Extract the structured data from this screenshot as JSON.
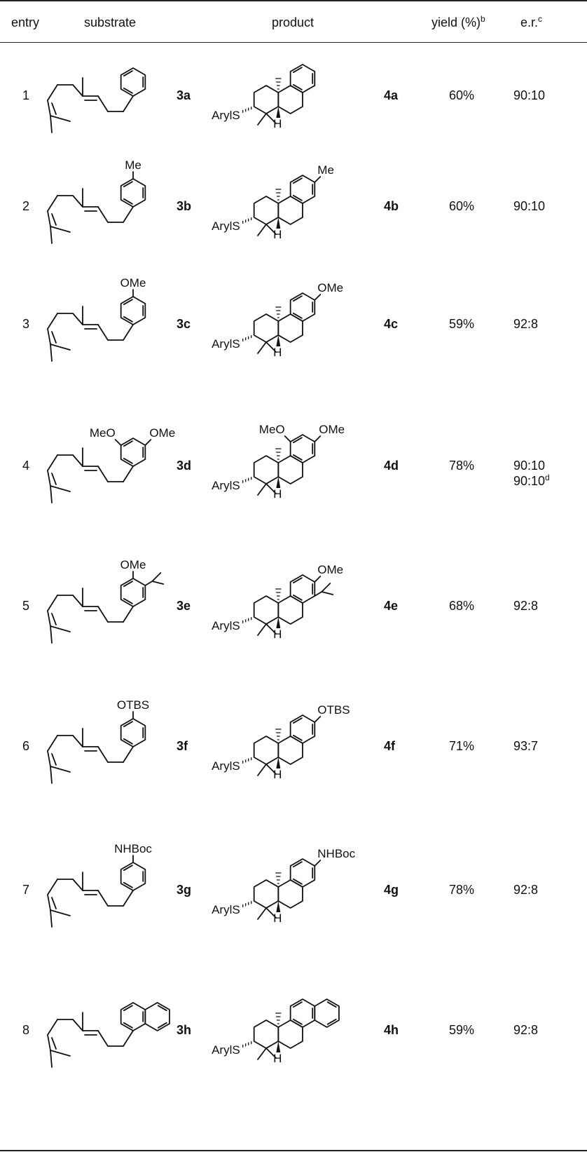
{
  "table": {
    "headers": {
      "entry": "entry",
      "substrate": "substrate",
      "product": "product",
      "yield": "yield (%)",
      "yield_sup": "b",
      "er": "e.r.",
      "er_sup": "c"
    },
    "rows": [
      {
        "entry": "1",
        "substrate_label": "3a",
        "product_label": "4a",
        "substituent": "",
        "yield": "60%",
        "er": "90:10",
        "er2": "",
        "er2_sup": "",
        "product_prefix": "ArylS",
        "product_h": "H"
      },
      {
        "entry": "2",
        "substrate_label": "3b",
        "product_label": "4b",
        "substituent": "Me",
        "yield": "60%",
        "er": "90:10",
        "er2": "",
        "er2_sup": "",
        "product_prefix": "ArylS",
        "product_h": "H"
      },
      {
        "entry": "3",
        "substrate_label": "3c",
        "product_label": "4c",
        "substituent": "OMe",
        "yield": "59%",
        "er": "92:8",
        "er2": "",
        "er2_sup": "",
        "product_prefix": "ArylS",
        "product_h": "H"
      },
      {
        "entry": "4",
        "substrate_label": "3d",
        "product_label": "4d",
        "substituent": "OMe",
        "substituent2": "MeO",
        "yield": "78%",
        "er": "90:10",
        "er2": "90:10",
        "er2_sup": "d",
        "product_prefix": "ArylS",
        "product_h": "H"
      },
      {
        "entry": "5",
        "substrate_label": "3e",
        "product_label": "4e",
        "substituent": "OMe",
        "yield": "68%",
        "er": "92:8",
        "er2": "",
        "er2_sup": "",
        "product_prefix": "ArylS",
        "product_h": "H"
      },
      {
        "entry": "6",
        "substrate_label": "3f",
        "product_label": "4f",
        "substituent": "OTBS",
        "yield": "71%",
        "er": "93:7",
        "er2": "",
        "er2_sup": "",
        "product_prefix": "ArylS",
        "product_h": "H"
      },
      {
        "entry": "7",
        "substrate_label": "3g",
        "product_label": "4g",
        "substituent": "NHBoc",
        "yield": "78%",
        "er": "92:8",
        "er2": "",
        "er2_sup": "",
        "product_prefix": "ArylS",
        "product_h": "H"
      },
      {
        "entry": "8",
        "substrate_label": "3h",
        "product_label": "4h",
        "substituent": "",
        "yield": "59%",
        "er": "92:8",
        "er2": "",
        "er2_sup": "",
        "product_prefix": "ArylS",
        "product_h": "H"
      }
    ]
  }
}
